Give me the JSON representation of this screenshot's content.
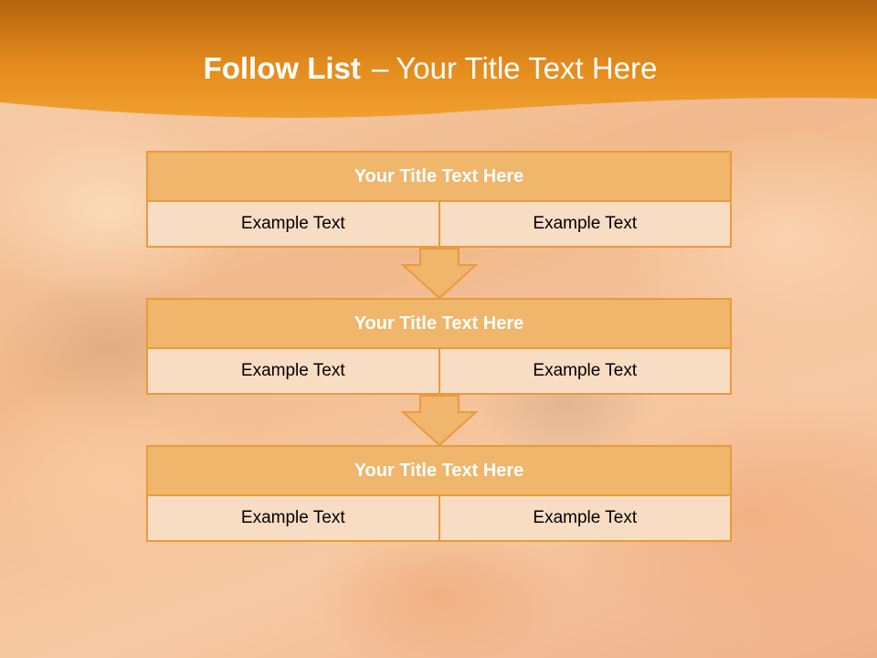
{
  "slide": {
    "title_bold": "Follow List",
    "title_separator": "–",
    "title_rest": "Your Title Text Here"
  },
  "blocks": [
    {
      "title": "Your Title Text Here",
      "left": "Example Text",
      "right": "Example Text"
    },
    {
      "title": "Your Title Text Here",
      "left": "Example Text",
      "right": "Example Text"
    },
    {
      "title": "Your Title Text Here",
      "left": "Example Text",
      "right": "Example Text"
    }
  ],
  "colors": {
    "header_band": "#e8901e",
    "block_title_fill": "#efb66c",
    "block_border": "#e99a3c",
    "cell_fill": "#f8dcc4",
    "arrow_fill": "#efb66c"
  }
}
